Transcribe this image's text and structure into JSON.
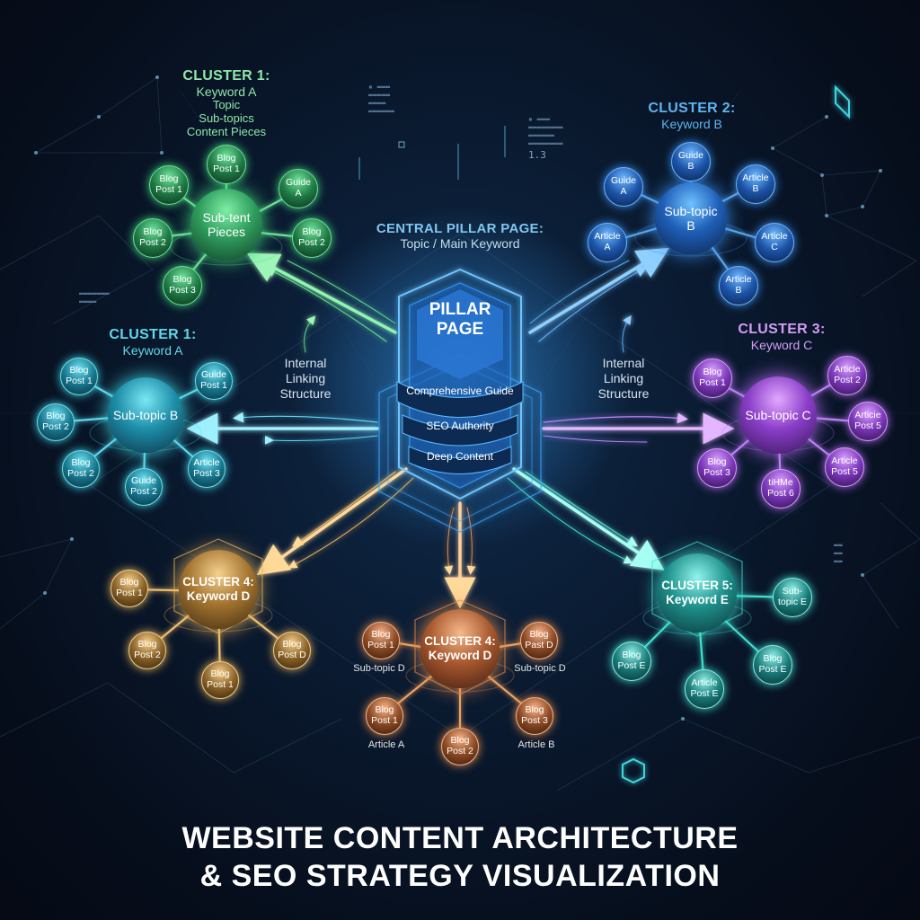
{
  "colors": {
    "background": "#07101f",
    "green": "#5bd68a",
    "blue": "#3a8ff0",
    "cyan": "#3fd6e0",
    "purple": "#b26bf0",
    "gold": "#e8b35a",
    "orange": "#e38a4a",
    "teal": "#3fe0d0",
    "pillar": "#2d8cf0"
  },
  "pillar": {
    "heading": "CENTRAL PILLAR PAGE:",
    "subheading": "Topic / Main Keyword",
    "title_line1": "PILLAR",
    "title_line2": "PAGE",
    "bands": [
      "Comprehensive Guide",
      "SEO Authority",
      "Deep Content"
    ]
  },
  "linking_left": {
    "line1": "Internal",
    "line2": "Linking",
    "line3": "Structure"
  },
  "linking_right": {
    "line1": "Internal",
    "line2": "Linking",
    "line3": "Structure"
  },
  "clusters": {
    "c1_top": {
      "heading": "CLUSTER 1:",
      "keyword": "Keyword A",
      "extra1": "Topic",
      "extra2": "Sub-topics",
      "extra3": "Content Pieces",
      "hub_line1": "Sub-tent",
      "hub_line2": "Pieces",
      "nodes": [
        {
          "l1": "Blog",
          "l2": "Post 1"
        },
        {
          "l1": "Blog",
          "l2": "Post 1"
        },
        {
          "l1": "Guide",
          "l2": "A"
        },
        {
          "l1": "Blog",
          "l2": "Post 2"
        },
        {
          "l1": "Blog",
          "l2": "Post 2"
        },
        {
          "l1": "Blog",
          "l2": "Post 3"
        }
      ]
    },
    "c2": {
      "heading": "CLUSTER 2:",
      "keyword": "Keyword B",
      "hub_line1": "Sub-topic",
      "hub_line2": "B",
      "nodes": [
        {
          "l1": "Guide",
          "l2": "B"
        },
        {
          "l1": "Guide",
          "l2": "A"
        },
        {
          "l1": "Article",
          "l2": "B"
        },
        {
          "l1": "Article",
          "l2": "A"
        },
        {
          "l1": "Article",
          "l2": "C"
        },
        {
          "l1": "Article",
          "l2": "B"
        }
      ]
    },
    "c1_left": {
      "heading": "CLUSTER 1:",
      "keyword": "Keyword A",
      "hub_line1": "Sub-topic B",
      "nodes": [
        {
          "l1": "Blog",
          "l2": "Post 1"
        },
        {
          "l1": "Guide",
          "l2": "Post 1"
        },
        {
          "l1": "Blog",
          "l2": "Post 2"
        },
        {
          "l1": "Blog",
          "l2": "Post 2"
        },
        {
          "l1": "Guide",
          "l2": "Post 2"
        },
        {
          "l1": "Article",
          "l2": "Post 3"
        }
      ]
    },
    "c3": {
      "heading": "CLUSTER 3:",
      "keyword": "Keyword C",
      "hub_line1": "Sub-topic C",
      "nodes": [
        {
          "l1": "Blog",
          "l2": "Post 1"
        },
        {
          "l1": "Article",
          "l2": "Post 2"
        },
        {
          "l1": "Articie",
          "l2": "Post 5"
        },
        {
          "l1": "Blog",
          "l2": "Post 3"
        },
        {
          "l1": "tiHMe",
          "l2": "Post 6"
        },
        {
          "l1": "Article",
          "l2": "Post 5"
        }
      ]
    },
    "c4_left": {
      "hub_line1": "CLUSTER 4:",
      "hub_line2": "Keyword D",
      "nodes": [
        {
          "l1": "Blog",
          "l2": "Post 1"
        },
        {
          "l1": "Blog",
          "l2": "Post 2"
        },
        {
          "l1": "Blog",
          "l2": "Post 1"
        },
        {
          "l1": "Blog",
          "l2": "Post D"
        }
      ]
    },
    "c4_center": {
      "hub_line1": "CLUSTER 4:",
      "hub_line2": "Keyword D",
      "nodes": [
        {
          "l1": "Blog",
          "l2": "Post 1"
        },
        {
          "l1": "Blog",
          "l2": "Past D"
        },
        {
          "l1": "Blog",
          "l2": "Post 1"
        },
        {
          "l1": "Blog",
          "l2": "Post 3"
        },
        {
          "l1": "Blog",
          "l2": "Post 2"
        }
      ],
      "free_labels": [
        "Sub-topic D",
        "Sub-topic D",
        "Article A",
        "Article B"
      ]
    },
    "c5": {
      "hub_line1": "CLUSTER 5:",
      "hub_line2": "Keyword E",
      "nodes": [
        {
          "l1": "Sub-",
          "l2": "topic E"
        },
        {
          "l1": "Blog",
          "l2": "Post E"
        },
        {
          "l1": "Article",
          "l2": "Post E"
        },
        {
          "l1": "Blog",
          "l2": "Post E"
        }
      ]
    }
  },
  "deco": {
    "metric": "1.3"
  },
  "footer": {
    "line1": "WEBSITE CONTENT ARCHITECTURE",
    "line2": "& SEO STRATEGY VISUALIZATION"
  }
}
